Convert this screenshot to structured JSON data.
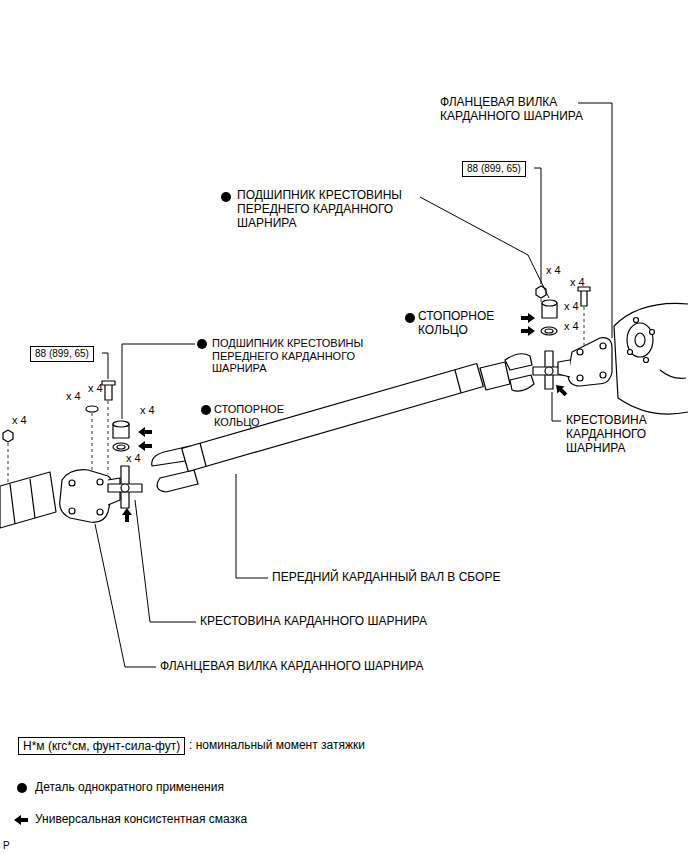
{
  "diagram": {
    "nodes": [
      {
        "text": [
          "88 (899, 65)"
        ]
      },
      {
        "text": [
          "88 (899, 65)"
        ]
      },
      {
        "text": [
          "Н*м (кгс*см, фунт-сила-фут)"
        ]
      }
    ],
    "labels": [
      "ФЛАНЦЕВАЯ ВИЛКА КАРДАННОГО ШАРНИРА",
      "ПОДШИПНИК КРЕСТОВИНЫ ПЕРЕДНЕГО КАРДАННОГО ШАРНИРА",
      "СТОПОРНОЕ КОЛЬЦО",
      "ПОДШИПНИК КРЕСТОВИНЫ ПЕРЕДНЕГО КАРДАННОГО ШАРНИРА",
      "СТОПОРНОЕ КОЛЬЦО",
      "КРЕСТОВИНА КАРДАННОГО ШАРНИРА",
      "ПЕРЕДНИЙ КАРДАННЫЙ ВАЛ В СБОРЕ",
      "КРЕСТОВИНА КАРДАННОГО ШАРНИРА",
      "ФЛАНЦЕВАЯ ВИЛКА КАРДАННОГО ШАРНИРА",
      "x 4",
      "x 4",
      "x 4",
      "x 4",
      "x 4",
      "x 4",
      "x 4",
      "x 4",
      "x 4",
      "P"
    ],
    "legend": [
      {
        "text": ": номинальный момент затяжки"
      },
      {
        "text": "Деталь однократного применения"
      },
      {
        "text": "Универсальная консистентная смазка"
      }
    ]
  }
}
